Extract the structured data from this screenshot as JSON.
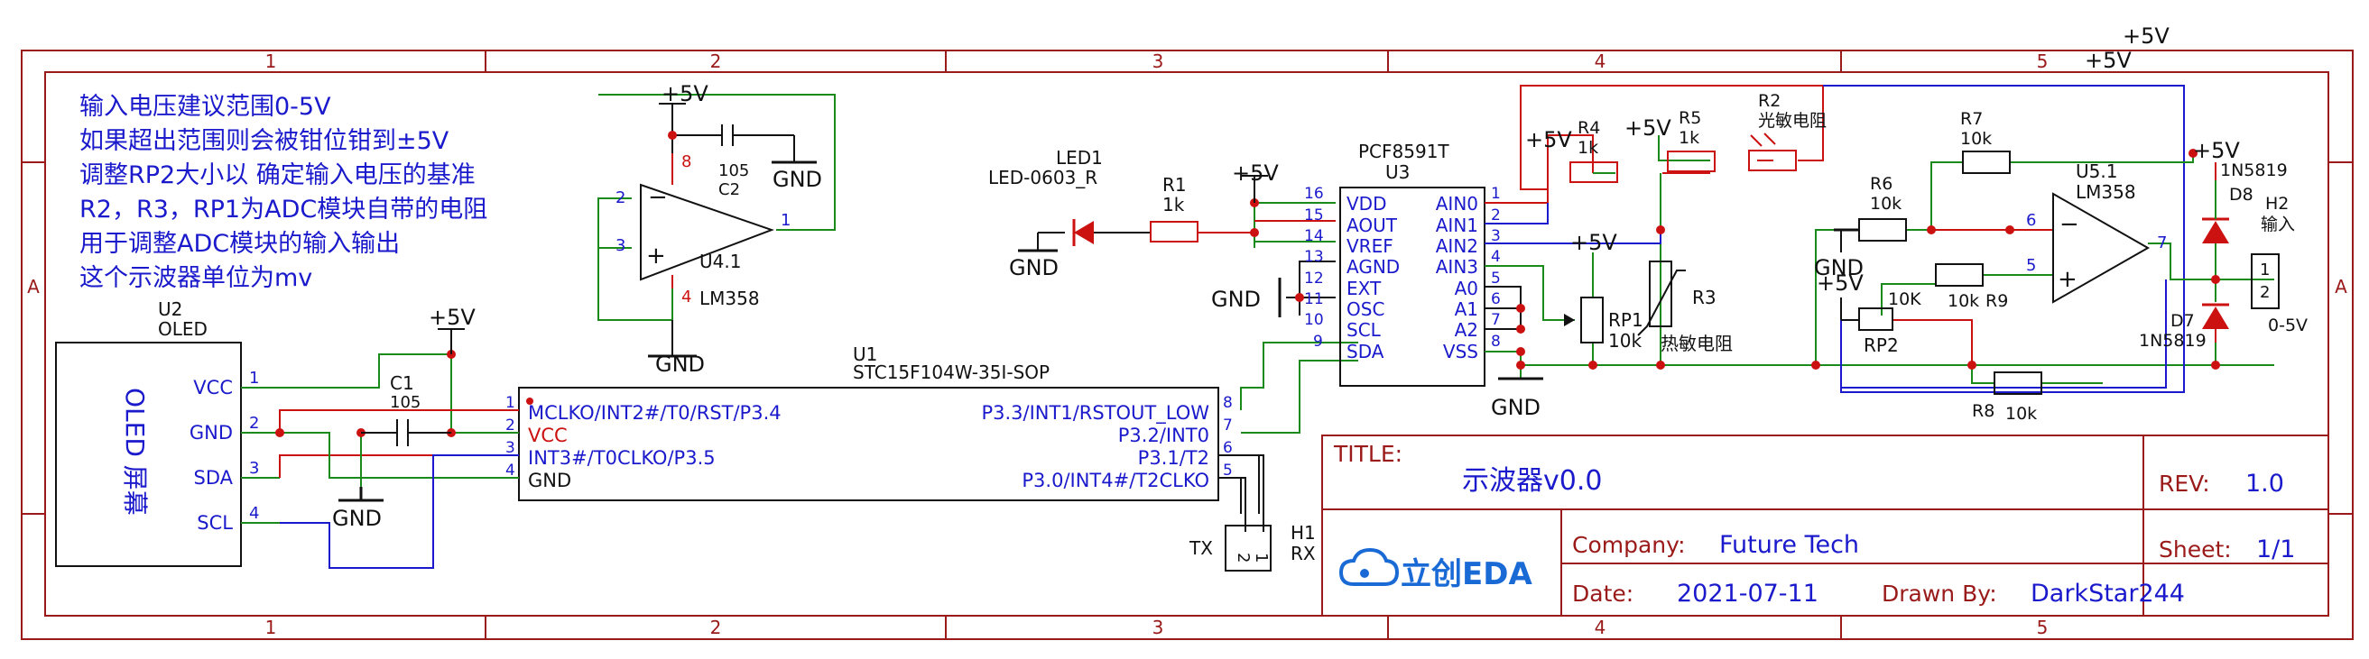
{
  "frame": {
    "columns": [
      "1",
      "2",
      "3",
      "4",
      "5"
    ],
    "rows": [
      "A"
    ]
  },
  "notes": {
    "line1": "输入电压建议范围0-5V",
    "line2": "如果超出范围则会被钳位钳到±5V",
    "line3": "调整RP2大小以 确定输入电压的基准",
    "line4": "R2，R3，RP1为ADC模块自带的电阻",
    "line5": "用于调整ADC模块的输入输出",
    "line6": "这个示波器单位为mv"
  },
  "components": {
    "u2": {
      "ref": "U2",
      "value": "OLED",
      "body": "OLED 屏幕",
      "pins": [
        {
          "num": "1",
          "name": "VCC"
        },
        {
          "num": "2",
          "name": "GND"
        },
        {
          "num": "3",
          "name": "SDA"
        },
        {
          "num": "4",
          "name": "SCL"
        }
      ]
    },
    "u1": {
      "ref": "U1",
      "value": "STC15F104W-35I-SOP",
      "left_pins": [
        {
          "num": "1",
          "name": "MCLKO/INT2#/T0/RST/P3.4"
        },
        {
          "num": "2",
          "name": "VCC"
        },
        {
          "num": "3",
          "name": "INT3#/T0CLKO/P3.5"
        },
        {
          "num": "4",
          "name": "GND"
        }
      ],
      "right_pins": [
        {
          "num": "8",
          "name": "P3.3/INT1/RSTOUT_LOW"
        },
        {
          "num": "7",
          "name": "P3.2/INT0"
        },
        {
          "num": "6",
          "name": "P3.1/T2"
        },
        {
          "num": "5",
          "name": "P3.0/INT4#/T2CLKO"
        }
      ]
    },
    "u3": {
      "ref": "U3",
      "value": "PCF8591T",
      "left_pins": [
        {
          "num": "16",
          "name": "VDD"
        },
        {
          "num": "15",
          "name": "AOUT"
        },
        {
          "num": "14",
          "name": "VREF"
        },
        {
          "num": "13",
          "name": "AGND"
        },
        {
          "num": "12",
          "name": "EXT"
        },
        {
          "num": "11",
          "name": "OSC"
        },
        {
          "num": "10",
          "name": "SCL"
        },
        {
          "num": "9",
          "name": "SDA"
        }
      ],
      "right_pins": [
        {
          "num": "1",
          "name": "AIN0"
        },
        {
          "num": "2",
          "name": "AIN1"
        },
        {
          "num": "3",
          "name": "AIN2"
        },
        {
          "num": "4",
          "name": "AIN3"
        },
        {
          "num": "5",
          "name": "A0"
        },
        {
          "num": "6",
          "name": "A1"
        },
        {
          "num": "7",
          "name": "A2"
        },
        {
          "num": "8",
          "name": "VSS"
        }
      ]
    },
    "u41": {
      "ref": "U4.1",
      "value": "LM358",
      "pins": [
        "2",
        "3",
        "1",
        "8",
        "4"
      ]
    },
    "u51": {
      "ref": "U5.1",
      "value": "LM358",
      "pins": [
        "6",
        "5",
        "7"
      ]
    },
    "c1": {
      "ref": "C1",
      "value": "105"
    },
    "c2": {
      "ref": "C2",
      "value": "105"
    },
    "led1": {
      "ref": "LED1",
      "value": "LED-0603_R"
    },
    "r1": {
      "ref": "R1",
      "value": "1k"
    },
    "r4": {
      "ref": "R4",
      "value": "1k"
    },
    "r5": {
      "ref": "R5",
      "value": "1k"
    },
    "r2": {
      "ref": "R2",
      "value": "光敏电阻"
    },
    "r3": {
      "ref": "R3",
      "value": "热敏电阻"
    },
    "rp1": {
      "ref": "RP1",
      "value": "10k"
    },
    "r6": {
      "ref": "R6",
      "value": "10k"
    },
    "r7": {
      "ref": "R7",
      "value": "10k"
    },
    "r8": {
      "ref": "R8",
      "value": "10k"
    },
    "r9": {
      "ref": "R9",
      "value": "10k"
    },
    "rp2": {
      "ref": "RP2",
      "value": "10K"
    },
    "d7": {
      "ref": "D7",
      "value": "1N5819"
    },
    "d8": {
      "ref": "D8",
      "value": "1N5819"
    },
    "h1": {
      "ref": "H1",
      "pins": [
        "2",
        "1"
      ],
      "tx": "TX",
      "rx": "RX"
    },
    "h2": {
      "ref": "H2",
      "value": "输入",
      "pins": [
        "1",
        "2"
      ],
      "range": "0-5V"
    }
  },
  "power": {
    "vcc": "+5V",
    "gnd": "GND"
  },
  "title_block": {
    "title_label": "TITLE:",
    "title": "示波器v0.0",
    "rev_label": "REV:",
    "rev": "1.0",
    "company_label": "Company:",
    "company": "Future Tech",
    "sheet_label": "Sheet:",
    "sheet": "1/1",
    "date_label": "Date:",
    "date": "2021-07-11",
    "drawn_label": "Drawn By:",
    "drawn_by": "DarkStar244",
    "logo": "立创EDA"
  },
  "colors": {
    "frame": "#9a1a1a",
    "wire_green": "#1a8a1a",
    "wire_red": "#cc1111",
    "wire_blue": "#1a1acc",
    "text_blue": "#1a1acc",
    "junction": "#cc1111"
  }
}
